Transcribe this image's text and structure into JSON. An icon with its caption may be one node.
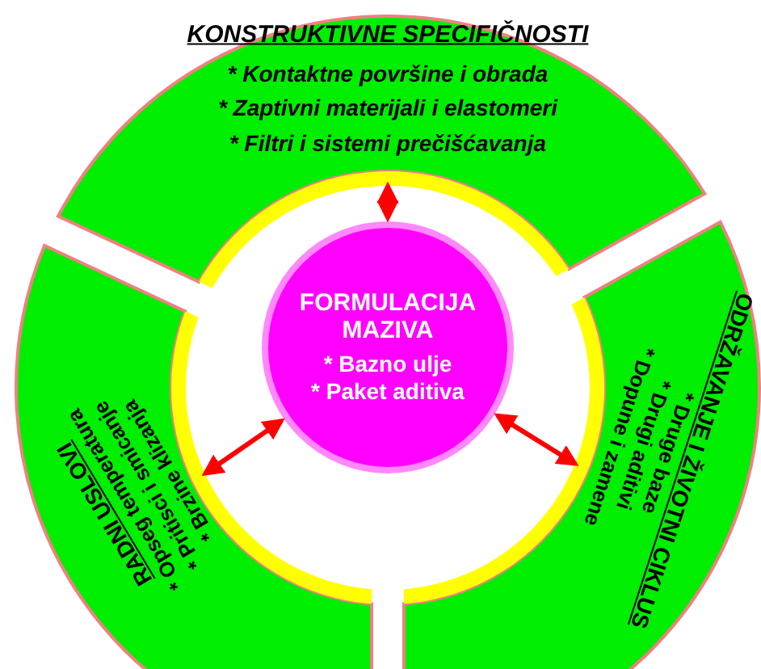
{
  "diagram": {
    "nodes": [
      {
        "text": [
          "FORMULACIJA MAZIVA",
          "* Bazno ulje",
          "* Paket aditiva"
        ]
      },
      {
        "text": [
          "KONSTRUKTIVNE SPECIFIČNOSTI",
          "* Kontaktne površine i obrada",
          "* Zaptivni materijali i elastomeri",
          "* Filtri i sistemi prečišćavanja"
        ]
      },
      {
        "text": [
          "RADNI USLOVI",
          "* Opseg temperatura",
          "* Pritisci i smicanje",
          "* Brzine klizanja"
        ]
      },
      {
        "text": [
          "ODRŽAVANJE I ŽIVOTNI CIKLUS",
          "* Druge baze",
          "* Drugi aditivi",
          "* Dopune i zamene"
        ]
      }
    ],
    "edges": [
      {
        "from": 0,
        "to": 1,
        "arrow": "both"
      },
      {
        "from": 0,
        "to": 2,
        "arrow": "both"
      },
      {
        "from": 0,
        "to": 3,
        "arrow": "both"
      }
    ]
  }
}
